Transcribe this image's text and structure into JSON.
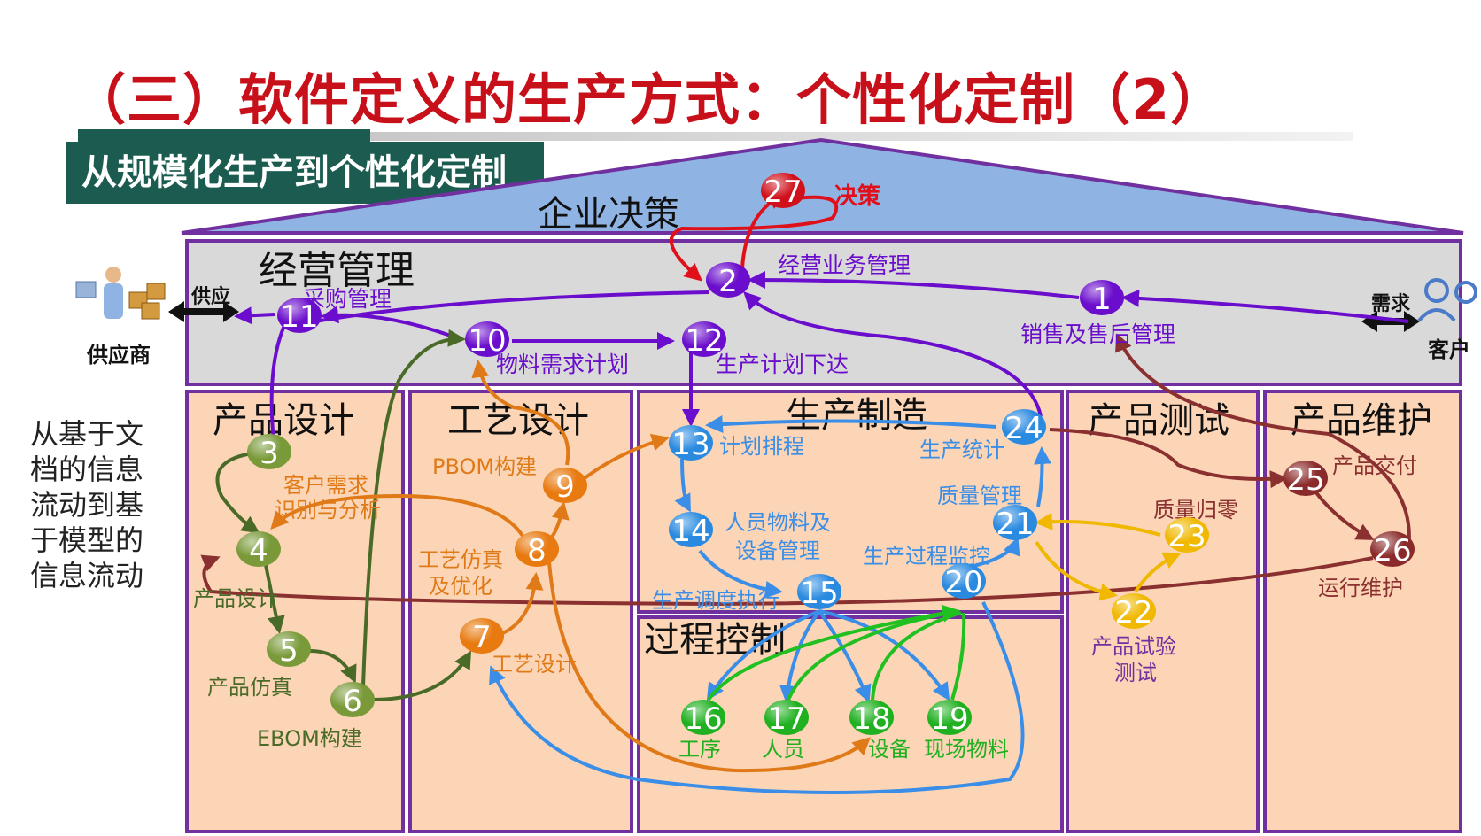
{
  "title": "（三）软件定义的生产方式：个性化定制（2）",
  "subtitle": "从规模化生产到个性化定制",
  "side_note": "从基于文\n档的信息\n流动到基\n于模型的\n信息流动",
  "sections": {
    "enterprise_decision": "企业决策",
    "operations": "经营管理",
    "product_design": "产品设计",
    "process_design": "工艺设计",
    "manufacturing": "生产制造",
    "product_testing": "产品测试",
    "product_maintenance": "产品维护",
    "process_control": "过程控制"
  },
  "actors": {
    "supplier": "供应商",
    "supply": "供应",
    "customer": "客户",
    "demand": "需求"
  },
  "labels": {
    "decision": "决策",
    "business_mgmt": "经营业务管理",
    "procurement": "采购管理",
    "sales": "销售及售后管理",
    "material_plan": "物料需求计划",
    "prod_plan": "生产计划下达",
    "pbom": "PBOM构建",
    "customer_req": "客户需求\n识别与分析",
    "proc_sim": "工艺仿真\n及优化",
    "proc_design_step": "工艺设计",
    "design_step": "产品设计",
    "prod_sim": "产品仿真",
    "ebom": "EBOM构建",
    "scheduling": "计划排程",
    "stats": "生产统计",
    "quality_mgmt": "质量管理",
    "resource_mgmt": "人员物料及\n设备管理",
    "monitoring": "生产过程监控",
    "dispatch": "生产调度执行",
    "process": "工序",
    "personnel": "人员",
    "equipment": "设备",
    "materials": "现场物料",
    "delivery": "产品交付",
    "quality_zero": "质量归零",
    "maintenance": "运行维护",
    "testing": "产品试验\n测试"
  },
  "nodes": [
    {
      "id": "27",
      "color": "#d0101a"
    },
    {
      "id": "2",
      "color": "#6a0dcc"
    },
    {
      "id": "1",
      "color": "#6a0dcc"
    },
    {
      "id": "11",
      "color": "#6a0dcc"
    },
    {
      "id": "10",
      "color": "#6a0dcc"
    },
    {
      "id": "12",
      "color": "#6a0dcc"
    },
    {
      "id": "3",
      "color": "#7a9a3a"
    },
    {
      "id": "4",
      "color": "#7a9a3a"
    },
    {
      "id": "5",
      "color": "#7a9a3a"
    },
    {
      "id": "6",
      "color": "#7a9a3a"
    },
    {
      "id": "9",
      "color": "#e87a10"
    },
    {
      "id": "8",
      "color": "#e87a10"
    },
    {
      "id": "7",
      "color": "#e87a10"
    },
    {
      "id": "13",
      "color": "#2a8ae0"
    },
    {
      "id": "14",
      "color": "#2a8ae0"
    },
    {
      "id": "15",
      "color": "#2a8ae0"
    },
    {
      "id": "20",
      "color": "#2a8ae0"
    },
    {
      "id": "21",
      "color": "#2a8ae0"
    },
    {
      "id": "24",
      "color": "#2a8ae0"
    },
    {
      "id": "16",
      "color": "#20b020"
    },
    {
      "id": "17",
      "color": "#20b020"
    },
    {
      "id": "18",
      "color": "#20b020"
    },
    {
      "id": "19",
      "color": "#20b020"
    },
    {
      "id": "22",
      "color": "#f0b800"
    },
    {
      "id": "23",
      "color": "#f0b800"
    },
    {
      "id": "25",
      "color": "#8b2a2a"
    },
    {
      "id": "26",
      "color": "#8b2a2a"
    }
  ],
  "colors": {
    "roof": "#8fb4e3",
    "frame": "#7030a0",
    "operations_bg": "#d9d9d9",
    "function_bg": "#fbd5b5",
    "title_red": "#c8101a",
    "flow_purple": "#6a0dcc",
    "flow_red": "#e0101a",
    "flow_olive": "#4a6a28",
    "flow_orange": "#e07a18",
    "flow_blue": "#3a8ee8",
    "flow_green": "#20c020",
    "flow_yellow": "#f0b800",
    "flow_brown": "#8b3030"
  },
  "icons": [
    "supplier-person-icon",
    "supplier-boxes-icon",
    "customer-people-icon",
    "double-arrow-icon"
  ]
}
